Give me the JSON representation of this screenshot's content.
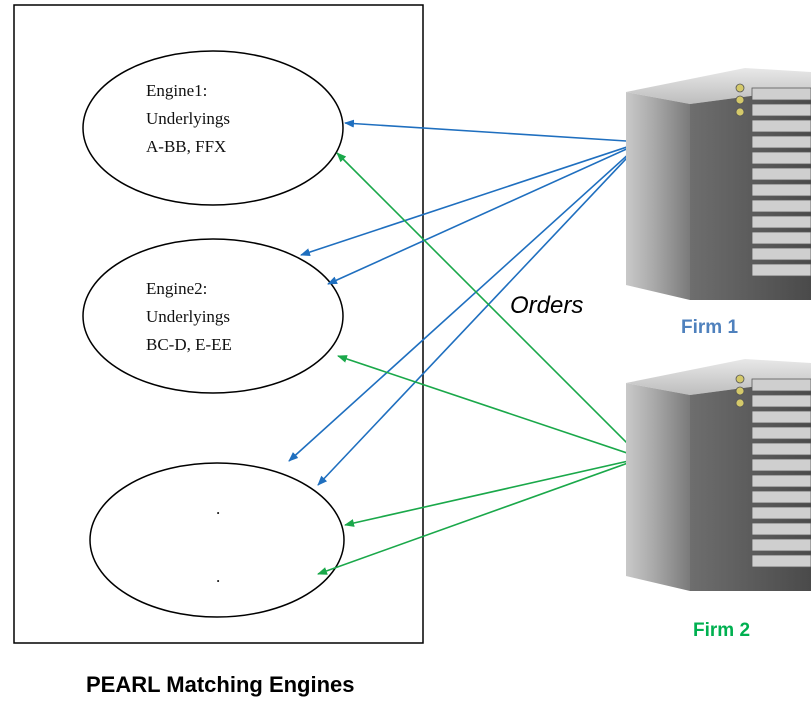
{
  "caption": "PEARL Matching Engines",
  "orders_label": "Orders",
  "engines": [
    {
      "lines": [
        "Engine1:",
        "Underlyings",
        "A-BB, FFX"
      ]
    },
    {
      "lines": [
        "Engine2:",
        "Underlyings",
        "BC-D, E-EE"
      ]
    },
    {
      "lines": [
        ".",
        "."
      ]
    }
  ],
  "firms": [
    {
      "label": "Firm 1",
      "color": "#4f81bd"
    },
    {
      "label": "Firm 2",
      "color": "#00b050"
    }
  ],
  "arrow_colors": {
    "firm1": "#1f6fbf",
    "firm2": "#1aa84a"
  },
  "icons": {
    "server": "server-tower-icon"
  }
}
